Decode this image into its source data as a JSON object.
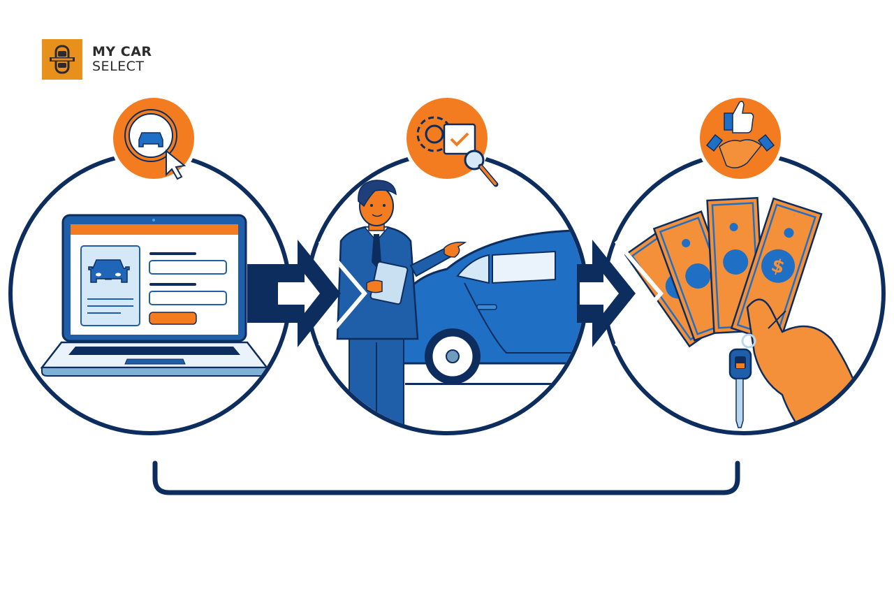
{
  "brand": {
    "name_line1": "MY CAR",
    "name_line2": "SELECT",
    "badge_color": "#e8901c"
  },
  "colors": {
    "navy": "#0d2d5e",
    "blue": "#1f66b8",
    "light_blue": "#d4e8f8",
    "orange": "#f47c20",
    "white": "#ffffff"
  },
  "steps": [
    {
      "id": "step-1",
      "icon": "car-select-cursor-icon",
      "scene": "laptop-car-listing-form"
    },
    {
      "id": "step-2",
      "icon": "gear-checklist-magnifier-icon",
      "scene": "inspector-with-tablet-and-car"
    },
    {
      "id": "step-3",
      "icon": "thumbs-up-handshake-icon",
      "scene": "hand-holding-cash-and-car-key"
    }
  ],
  "connectors": [
    {
      "from": "step-1",
      "to": "step-2",
      "icon": "arrow-right-icon"
    },
    {
      "from": "step-2",
      "to": "step-3",
      "icon": "arrow-right-icon"
    }
  ],
  "bracket": {
    "spans": "step-1 to step-3"
  }
}
